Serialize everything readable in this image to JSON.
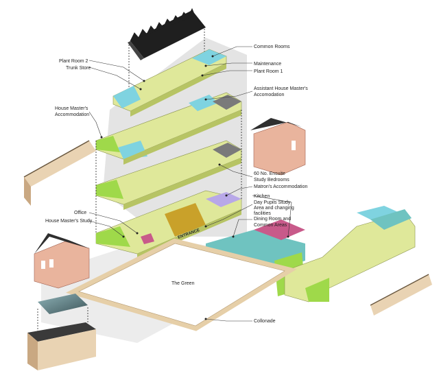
{
  "labels": {
    "common_rooms": "Common Rooms",
    "plant_room_2": "Plant Room 2",
    "trunk_store": "Trunk Store",
    "maintenance": "Maintenance",
    "plant_room_1": "Plant Room 1",
    "assistant_house_master_1": "Assistant House Master's",
    "assistant_house_master_2": "Accomodation",
    "house_master_1": "House Master's",
    "house_master_2": "Accommodation",
    "bedrooms_1": "60 No. Ensuite",
    "bedrooms_2": "Study Bedrooms",
    "matron": "Matron's Accommodation",
    "kitchen": "Kitchen",
    "day_pupils_1": "Day Pupils Study",
    "day_pupils_2": "Area and changing",
    "day_pupils_3": "facilities",
    "office": "Office",
    "house_master_study": "House Master's Study",
    "dining_1": "Dining Room and",
    "dining_2": "Common Areas",
    "entrance": "ENTRANCE",
    "the_green": "The Green",
    "collonade": "Collonade"
  },
  "colors": {
    "background": "#ffffff",
    "shadow": "#e2e2e2",
    "bedroom": "#dfe89a",
    "green": "#9fd94a",
    "cyan": "#7fd3e0",
    "dark_grey": "#7a7a7a",
    "brick": "#e9b49d",
    "roof": "#3a3a3a",
    "lilac": "#b8a8e8",
    "gold": "#c9a12a",
    "magenta": "#c85a8a",
    "teal": "#6fc3c0",
    "collonade": "#f3e2c7"
  }
}
